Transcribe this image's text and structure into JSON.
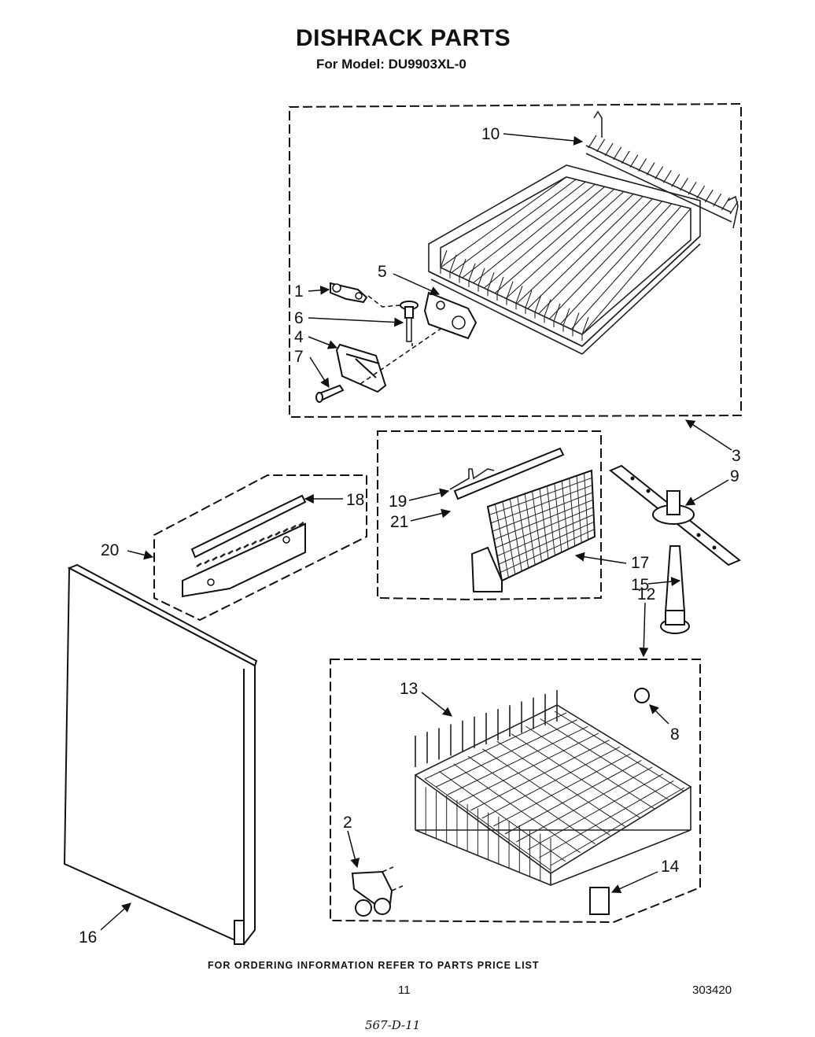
{
  "header": {
    "title": "DISHRACK PARTS",
    "subtitle": "For Model: DU9903XL-0"
  },
  "callouts": {
    "c1": "1",
    "c2": "2",
    "c3": "3",
    "c4": "4",
    "c5": "5",
    "c6": "6",
    "c7": "7",
    "c8": "8",
    "c9": "9",
    "c10": "10",
    "c12": "12",
    "c13": "13",
    "c14": "14",
    "c15": "15",
    "c16": "16",
    "c17": "17",
    "c18": "18",
    "c19": "19",
    "c20": "20",
    "c21": "21"
  },
  "footer": {
    "ordering_note": "FOR ORDERING INFORMATION REFER TO PARTS PRICE LIST",
    "page_number": "11",
    "document_number": "303420",
    "handwritten_ref": "567-D-11"
  }
}
